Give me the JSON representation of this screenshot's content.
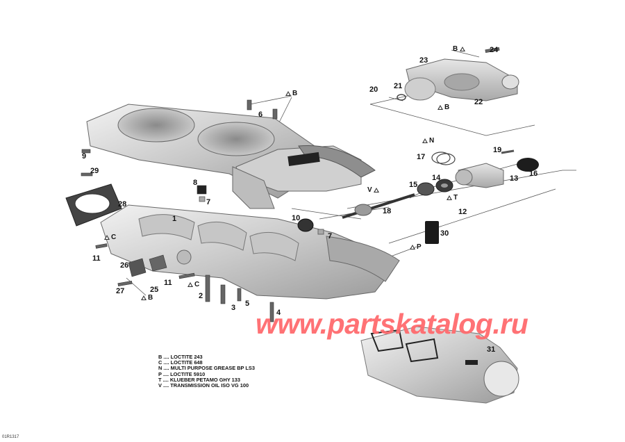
{
  "figure": {
    "id": "01R1317",
    "watermark": "www.partskatalog.ru",
    "watermark_color": "#ff6b6e"
  },
  "callouts": [
    {
      "num": "1",
      "part": "crankcase-assembly"
    },
    {
      "num": "2",
      "part": "screw"
    },
    {
      "num": "3",
      "part": "screw"
    },
    {
      "num": "4",
      "part": "screw"
    },
    {
      "num": "5",
      "part": "screw"
    },
    {
      "num": "6",
      "part": "screw"
    },
    {
      "num": "7",
      "part": "dowel"
    },
    {
      "num": "7",
      "part": "dowel"
    },
    {
      "num": "8",
      "part": "plug"
    },
    {
      "num": "9",
      "part": "stud"
    },
    {
      "num": "10",
      "part": "seal"
    },
    {
      "num": "11",
      "part": "stud"
    },
    {
      "num": "11",
      "part": "stud"
    },
    {
      "num": "12",
      "part": "pto-housing-group"
    },
    {
      "num": "13",
      "part": "pto-housing"
    },
    {
      "num": "14",
      "part": "bearing"
    },
    {
      "num": "15",
      "part": "seal"
    },
    {
      "num": "16",
      "part": "cap"
    },
    {
      "num": "17",
      "part": "o-rings"
    },
    {
      "num": "18",
      "part": "shaft"
    },
    {
      "num": "19",
      "part": "screw"
    },
    {
      "num": "20",
      "part": "water-pump-group"
    },
    {
      "num": "21",
      "part": "impeller"
    },
    {
      "num": "22",
      "part": "gasket"
    },
    {
      "num": "23",
      "part": "water-pump-housing"
    },
    {
      "num": "24",
      "part": "screw"
    },
    {
      "num": "25",
      "part": "gasket"
    },
    {
      "num": "26",
      "part": "cover"
    },
    {
      "num": "27",
      "part": "screw"
    },
    {
      "num": "28",
      "part": "seal-plate"
    },
    {
      "num": "29",
      "part": "screw"
    },
    {
      "num": "30",
      "part": "damper"
    },
    {
      "num": "31",
      "part": "engine-reference"
    }
  ],
  "tags": {
    "B": "B",
    "C": "C",
    "N": "N",
    "P": "P",
    "T": "T",
    "V": "V"
  },
  "legend": [
    {
      "code": "B",
      "text": "B .... LOCTITE 243"
    },
    {
      "code": "C",
      "text": "C .... LOCTITE 648"
    },
    {
      "code": "N",
      "text": "N .... MULTI PURPOSE GREASE BP LS3"
    },
    {
      "code": "P",
      "text": "P .... LOCTITE 5910"
    },
    {
      "code": "T",
      "text": "T .... KLUEBER PETAMO GHY 133"
    },
    {
      "code": "V",
      "text": "V .... TRANSMISSION OIL ISO VG 100"
    }
  ]
}
